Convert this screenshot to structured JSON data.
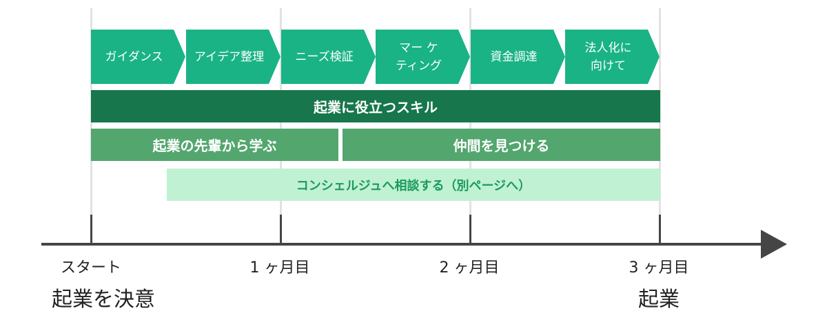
{
  "steps": [
    "ガイダンス",
    "アイデア整理",
    "ニーズ検証",
    "マー ケ\nティング",
    "資金調達",
    "法人化に\n向けて"
  ],
  "bars": {
    "skills": "起業に役立つスキル",
    "seniors": "起業の先輩から学ぶ",
    "peers": "仲間を見つける",
    "concierge": "コンシェルジュへ相談する（別ページへ）"
  },
  "timeline": {
    "start_label": "スタート",
    "start_caption": "起業を決意",
    "month1": "1 ヶ月目",
    "month2": "2 ヶ月目",
    "month3": "3 ヶ月目",
    "end_caption": "起業"
  },
  "colors": {
    "step": "#1ab385",
    "skills_bar": "#17764b",
    "mid_bars": "#53a66e",
    "concierge_bar": "#c0f1d2",
    "axis": "#454545",
    "gridline": "#e2e2e2"
  }
}
